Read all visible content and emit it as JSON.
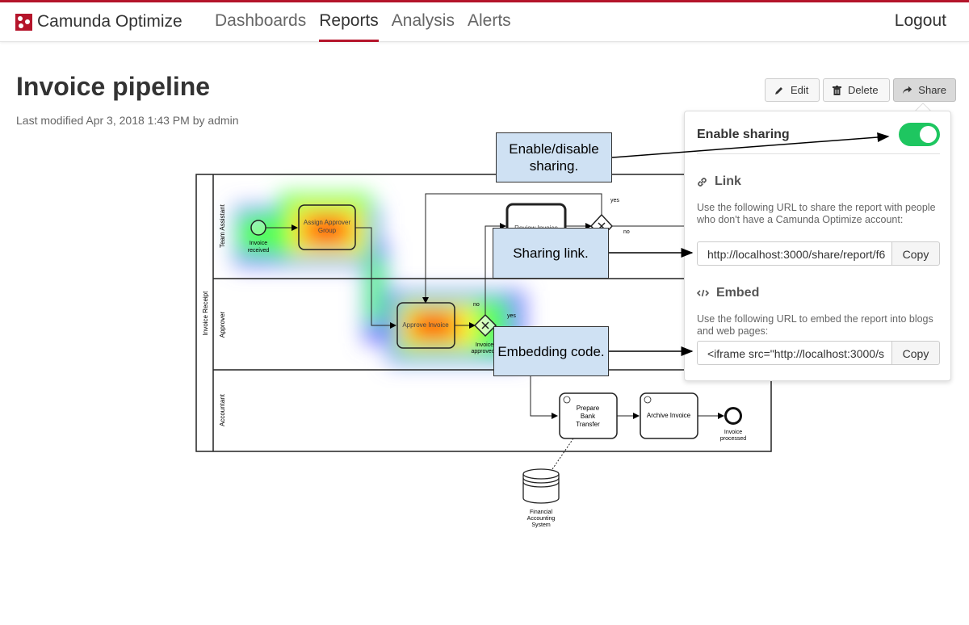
{
  "header": {
    "brand": "Camunda Optimize",
    "nav": [
      "Dashboards",
      "Reports",
      "Analysis",
      "Alerts"
    ],
    "active_nav": "Reports",
    "logout": "Logout",
    "accent_color": "#b5152b"
  },
  "report": {
    "title": "Invoice pipeline",
    "modified": "Last modified Apr 3, 2018 1:43 PM by admin"
  },
  "toolbar": {
    "edit": "Edit",
    "delete": "Delete",
    "share": "Share"
  },
  "share": {
    "enable_label": "Enable sharing",
    "enabled": true,
    "toggle_color": "#1ec660",
    "link_title": "Link",
    "link_desc": "Use the following URL to share the report with people who don't have a Camunda Optimize account:",
    "link_value": "http://localhost:3000/share/report/f6",
    "embed_title": "Embed",
    "embed_desc": "Use the following URL to embed the report into blogs and web pages:",
    "embed_value": "<iframe src=\"http://localhost:3000/s",
    "copy": "Copy"
  },
  "callouts": {
    "enable": "Enable/disable sharing.",
    "link": "Sharing link.",
    "embed": "Embedding code."
  },
  "diagram": {
    "pool": "Invoice Receipt",
    "lanes": [
      "Team Assistant",
      "Approver",
      "Accountant"
    ],
    "start_event": "Invoice received",
    "task_assign": "Assign Approver Group",
    "task_review": "Review Invoice",
    "task_approve": "Approve Invoice",
    "gateway_approved": "Invoice approved?",
    "task_prepare": "Prepare Bank Transfer",
    "task_archive": "Archive Invoice",
    "end_event": "Invoice processed",
    "datastore": "Financial Accounting System",
    "label_yes": "yes",
    "label_no": "no"
  }
}
